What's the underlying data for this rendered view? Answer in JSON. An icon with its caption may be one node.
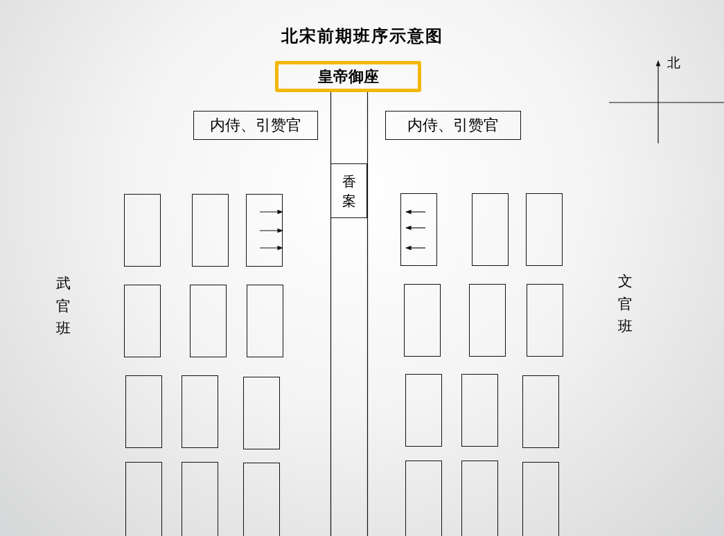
{
  "diagram": {
    "title": "北宋前期班序示意图",
    "nodes": [
      {
        "text": [
          "皇帝御座"
        ]
      },
      {
        "text": [
          "内侍、引赞官"
        ]
      },
      {
        "text": [
          "内侍、引赞官"
        ]
      },
      {
        "text": [
          "香案"
        ]
      },
      {
        "text": [],
        "shape": "box"
      },
      {
        "text": [],
        "shape": "box"
      },
      {
        "text": [],
        "shape": "box"
      },
      {
        "text": [],
        "shape": "box"
      },
      {
        "text": [],
        "shape": "box"
      },
      {
        "text": [],
        "shape": "box"
      },
      {
        "text": [],
        "shape": "box"
      },
      {
        "text": [],
        "shape": "box"
      },
      {
        "text": [],
        "shape": "box"
      },
      {
        "text": [],
        "shape": "box"
      },
      {
        "text": [],
        "shape": "box"
      },
      {
        "text": [],
        "shape": "box"
      },
      {
        "text": [],
        "shape": "box"
      },
      {
        "text": [],
        "shape": "box"
      },
      {
        "text": [],
        "shape": "box"
      },
      {
        "text": [],
        "shape": "box"
      },
      {
        "text": [],
        "shape": "box"
      },
      {
        "text": [],
        "shape": "box"
      },
      {
        "text": [],
        "shape": "box"
      },
      {
        "text": [],
        "shape": "box"
      },
      {
        "text": [],
        "shape": "box"
      },
      {
        "text": [],
        "shape": "box"
      },
      {
        "text": [],
        "shape": "box"
      },
      {
        "text": [],
        "shape": "box"
      }
    ],
    "labels": [
      "北",
      "武官班",
      "文官班"
    ]
  }
}
